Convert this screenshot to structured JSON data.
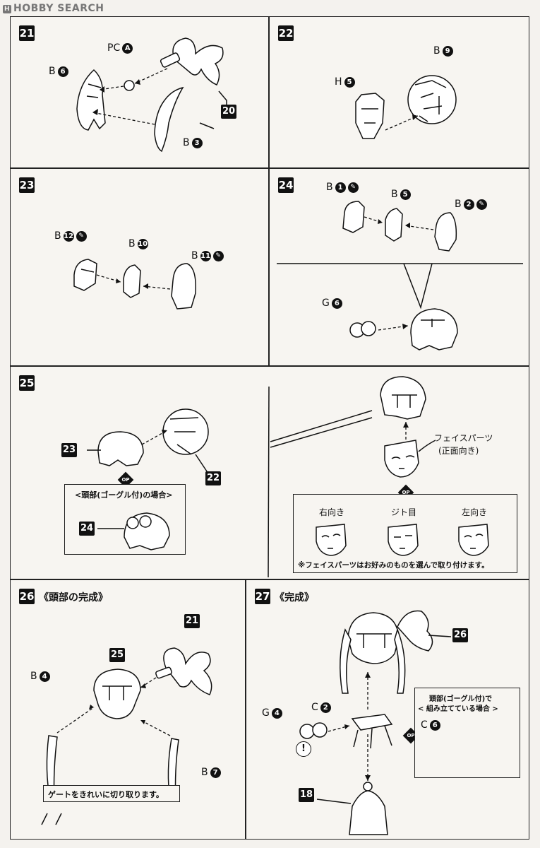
{
  "watermark": {
    "brand": "HOBBY SEARCH"
  },
  "steps": {
    "s21": {
      "number": "21",
      "parts": {
        "pc": "PC",
        "pc_id": "A",
        "b6": "B",
        "b6_n": "6",
        "b3": "B",
        "b3_n": "3",
        "ref": "20"
      }
    },
    "s22": {
      "number": "22",
      "parts": {
        "b9": "B",
        "b9_n": "9",
        "h5": "H",
        "h5_n": "5"
      }
    },
    "s23": {
      "number": "23",
      "parts": {
        "b12": "B",
        "b12_n": "12",
        "b10": "B",
        "b10_n": "10",
        "b11": "B",
        "b11_n": "11"
      }
    },
    "s24": {
      "number": "24",
      "parts": {
        "b1": "B",
        "b1_n": "1",
        "b5": "B",
        "b5_n": "5",
        "b2": "B",
        "b2_n": "2",
        "g6": "G",
        "g6_n": "6"
      }
    },
    "s25": {
      "number": "25",
      "ref_a": "23",
      "ref_b": "22",
      "ref_c": "24",
      "goggle_case": "<頭部(ゴーグル付)の場合>",
      "face_parts": "フェイスパーツ",
      "face_front": "(正面向き)",
      "face_options": [
        "右向き",
        "ジト目",
        "左向き"
      ],
      "note": "※フェイスパーツはお好みのものを選んで取り付けます。"
    },
    "s26": {
      "number": "26",
      "title": "《頭部の完成》",
      "ref_a": "21",
      "ref_b": "25",
      "parts": {
        "b4": "B",
        "b4_n": "4",
        "b7": "B",
        "b7_n": "7"
      },
      "gate_note": "ゲートをきれいに切り取ります。"
    },
    "s27": {
      "number": "27",
      "title": "《完成》",
      "ref_a": "26",
      "ref_b": "18",
      "parts": {
        "c2": "C",
        "c2_n": "2",
        "g4": "G",
        "g4_n": "4",
        "c6": "C",
        "c6_n": "6"
      },
      "goggle_line1": "頭部(ゴーグル付)で",
      "goggle_line2": "< 組み立てている場合 >",
      "caution": "!"
    }
  },
  "icons": {
    "option_marker": "option-diamond-icon",
    "knife": "knife-icon",
    "caution": "caution-icon"
  }
}
